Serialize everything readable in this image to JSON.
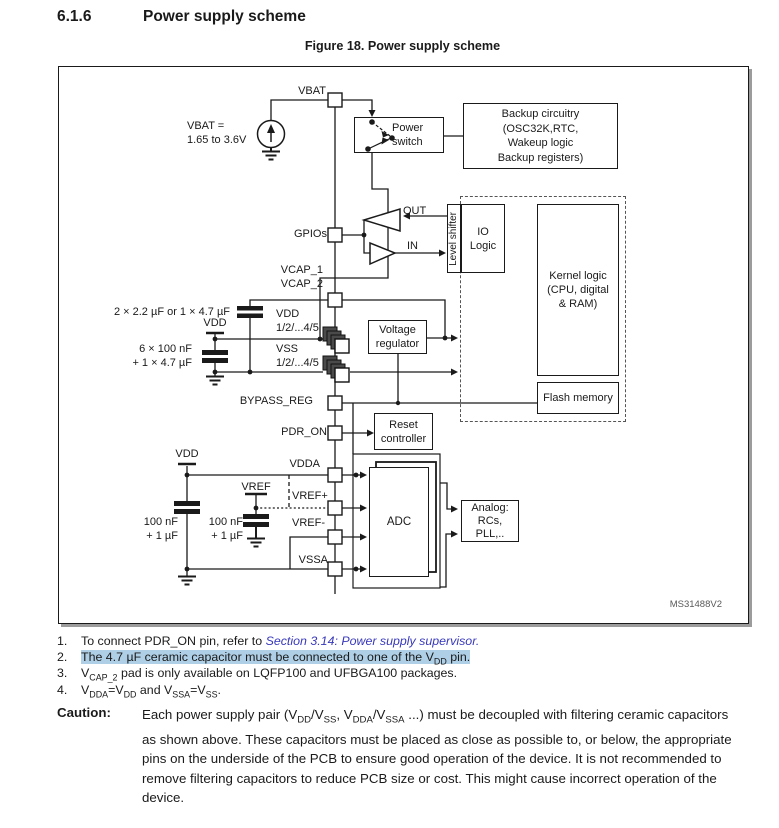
{
  "header": {
    "section_number": "6.1.6",
    "section_title": "Power supply scheme"
  },
  "figure": {
    "caption": "Figure 18. Power supply scheme",
    "code": "MS31488V2"
  },
  "diagram": {
    "pins": {
      "vbat": "VBAT",
      "gpios": "GPIOs",
      "vcap": [
        "VCAP_1",
        "VCAP_2"
      ],
      "vdd": [
        "VDD",
        "1/2/...4/5"
      ],
      "vss": [
        "VSS",
        "1/2/...4/5"
      ],
      "bypass_reg": "BYPASS_REG",
      "pdr_on": "PDR_ON",
      "vdda": "VDDA",
      "vref_plus": "VREF+",
      "vref_minus": "VREF-",
      "vssa": "VSSA"
    },
    "blocks": {
      "power_switch": [
        "Power",
        "switch"
      ],
      "backup": [
        "Backup circuitry",
        "(OSC32K,RTC,",
        "Wakeup logic",
        "Backup registers)"
      ],
      "level_shifter": "Level shifter",
      "io_logic": [
        "IO",
        "Logic"
      ],
      "kernel_logic": [
        "Kernel logic",
        "(CPU, digital",
        "& RAM)"
      ],
      "voltage_regulator": [
        "Voltage",
        "regulator"
      ],
      "flash_memory": "Flash memory",
      "reset_controller": [
        "Reset",
        "controller"
      ],
      "adc": "ADC",
      "analog": [
        "Analog:",
        "RCs,",
        "PLL,.."
      ]
    },
    "labels": {
      "vbat_source": [
        "VBAT =",
        "1.65 to 3.6V"
      ],
      "out": "OUT",
      "in": "IN",
      "vcap_caps": "2 × 2.2 µF or 1 × 4.7 µF",
      "vdd_node": "VDD",
      "vdd_caps": [
        "6 × 100 nF",
        "+ 1 × 4.7 µF"
      ],
      "vdd_node_analog": "VDD",
      "vref_node": "VREF",
      "cap_vdda": [
        "100 nF",
        "+ 1 µF"
      ],
      "cap_vref": [
        "100 nF",
        "+ 1 µF"
      ]
    }
  },
  "notes": [
    {
      "num": "1.",
      "text": "To connect PDR_ON pin, refer to ",
      "link": "Section 3.14: Power supply supervisor."
    },
    {
      "num": "2.",
      "text": "The 4.7 µF ceramic capacitor must be connected to one of the V{DD} pin."
    },
    {
      "num": "3.",
      "text": "V{CAP_2} pad is only available on LQFP100 and UFBGA100 packages."
    },
    {
      "num": "4.",
      "text": "V{DDA}=V{DD} and V{SSA}=V{SS}."
    }
  ],
  "caution": {
    "label": "Caution:",
    "text": "Each power supply pair (V{DD}/V{SS}, V{DDA}/V{SSA} ...) must be decoupled with filtering ceramic capacitors as shown above. These capacitors must be placed as close as possible to, or below, the appropriate pins on the underside of the PCB to ensure good operation of the device. It is not recommended to remove filtering capacitors to reduce PCB size or cost. This might cause incorrect operation of the device."
  },
  "colors": {
    "link": "#3838bc",
    "note_highlight": "#aecfe6",
    "figure_code_gray": "#595959",
    "ink": "#1a1a1a"
  }
}
